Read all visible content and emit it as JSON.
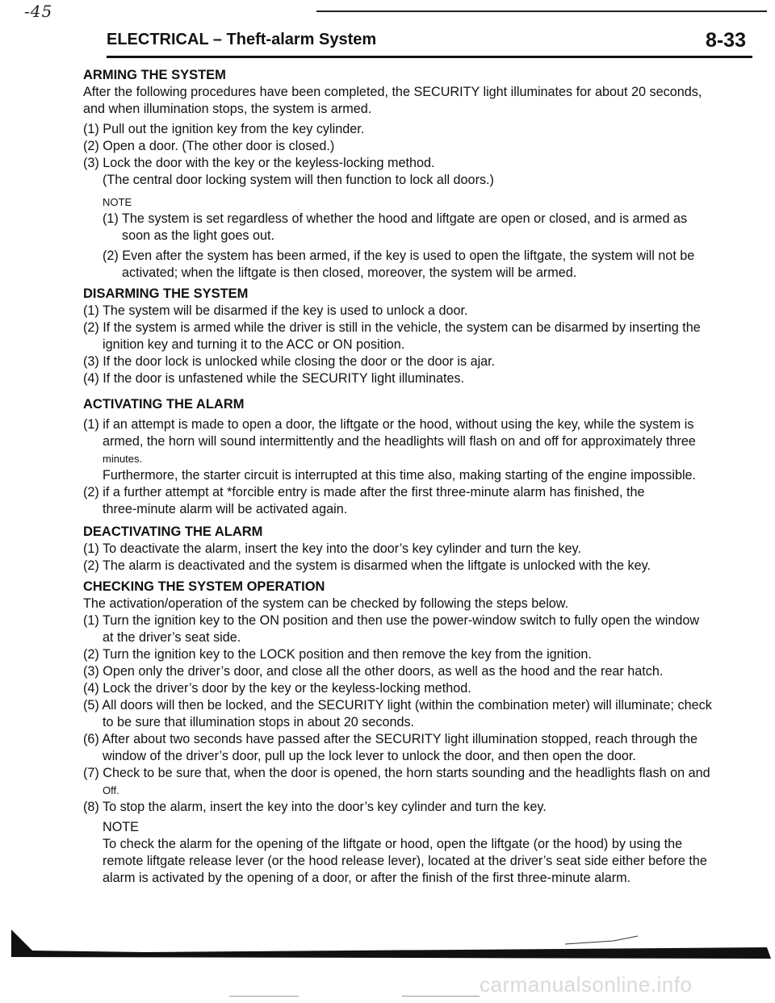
{
  "handwritten_mark": "-45",
  "header": {
    "title": "ELECTRICAL – Theft-alarm System",
    "page_number": "8-33"
  },
  "arming": {
    "heading": "ARMING THE SYSTEM",
    "intro_1": "After the following procedures have been completed, the SECURITY light illuminates for about 20 seconds,",
    "intro_2": "and when illumination stops, the system is armed.",
    "step1": "(1) Pull out the ignition key from the key cylinder.",
    "step2": "(2) Open a door. (The other door is closed.)",
    "step3": "(3) Lock the door with the key or the keyless-locking method.",
    "step3_sub": "(The central door locking system will then function to lock all doors.)",
    "note_label": "NOTE",
    "note1_a": "(1) The system is set regardless of whether the hood and liftgate are open or closed, and is armed as",
    "note1_b": "soon as the light goes out.",
    "note2_a": "(2) Even after the system has been armed, if the key is used to open the liftgate, the system will not be",
    "note2_b": "activated; when the liftgate is then closed, moreover, the system will be armed."
  },
  "disarming": {
    "heading": "DISARMING THE SYSTEM",
    "item1": "(1) The system will be disarmed if the key is used to unlock a door.",
    "item2_a": "(2) If the system is armed while the driver is still in the vehicle, the system can be disarmed by inserting the",
    "item2_b": "ignition key and turning it to the ACC or ON position.",
    "item3": "(3) If the door lock is unlocked while closing the door or the door is ajar.",
    "item4": "(4) If the door is unfastened while the SECURITY light illuminates."
  },
  "activating": {
    "heading": "ACTIVATING THE ALARM",
    "item1_a": "(1) if an attempt is made to open a door, the liftgate or the hood, without using the key, while the system is",
    "item1_b": "armed, the horn will sound intermittently and the headlights will flash on and off for approximately three",
    "item1_c": "minutes.",
    "item1_d": "Furthermore, the starter circuit is interrupted at this time also, making starting of the engine impossible.",
    "item2_a": "(2) if a further attempt at *forcible entry is made after the first three-minute alarm has finished, the",
    "item2_b": "three-minute alarm will be activated again."
  },
  "deactivating": {
    "heading": "DEACTIVATING THE ALARM",
    "item1": "(1) To deactivate the alarm, insert the key into the door’s key cylinder and turn the key.",
    "item2": "(2) The alarm is deactivated and the system is disarmed when the liftgate is unlocked with the key."
  },
  "checking": {
    "heading": "CHECKING THE SYSTEM OPERATION",
    "intro": "The activation/operation of the system can be checked by following the steps below.",
    "item1_a": "(1) Turn the ignition key to the ON position and then use the power-window switch to fully open the window",
    "item1_b": "at the driver’s seat side.",
    "item2": "(2) Turn the ignition key to the LOCK position and then remove the key from the ignition.",
    "item3": "(3) Open only the driver’s door, and close all the other doors, as well as the hood and the rear hatch.",
    "item4": "(4) Lock the driver’s door by the key or the keyless-locking method.",
    "item5_a": "(5) All doors will then be locked, and the SECURITY light (within the combination meter) will illuminate; check",
    "item5_b": "to be sure that illumination stops in about 20 seconds.",
    "item6_a": "(6) After about two seconds have passed after the SECURITY light illumination stopped, reach through the",
    "item6_b": "window of the driver’s door, pull up the lock lever to unlock the door, and then open the door.",
    "item7_a": "(7) Check to be sure that, when the door is opened, the horn starts sounding and the headlights flash on and",
    "item7_b": "Off.",
    "item8": "(8) To stop the alarm, insert the key into the door’s key cylinder and turn the key.",
    "note_label": "NOTE",
    "note_a": "To check the alarm for the opening of the liftgate or hood, open the liftgate (or the hood) by using the",
    "note_b": "remote liftgate release lever (or the hood release lever), located at the driver’s seat side either before the",
    "note_c": "alarm is activated by the opening of a door, or after the finish of the first three-minute alarm."
  },
  "watermark": "carmanualsonline.info"
}
